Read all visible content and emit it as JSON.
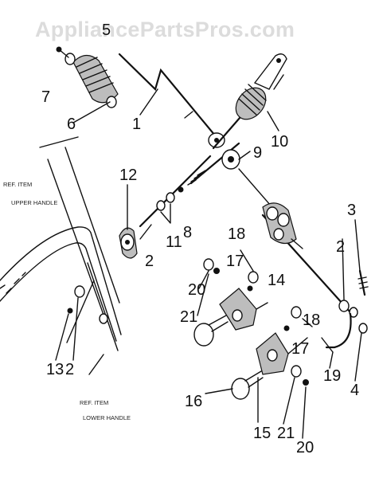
{
  "watermark": "AppliancePartsPros.com",
  "references": {
    "upper_line1": "REF. ITEM",
    "upper_line2": "UPPER HANDLE",
    "lower_line1": "REF. ITEM",
    "lower_line2": "LOWER HANDLE"
  },
  "callouts": {
    "n1": "1",
    "n2a": "2",
    "n2b": "2",
    "n2c": "2",
    "n3": "3",
    "n4": "4",
    "n5": "5",
    "n6": "6",
    "n7": "7",
    "n8": "8",
    "n9": "9",
    "n10": "10",
    "n11": "11",
    "n12": "12",
    "n13": "13",
    "n14": "14",
    "n15": "15",
    "n16": "16",
    "n17a": "17",
    "n17b": "17",
    "n18a": "18",
    "n18b": "18",
    "n19": "19",
    "n20a": "20",
    "n20b": "20",
    "n21a": "21",
    "n21b": "21"
  }
}
